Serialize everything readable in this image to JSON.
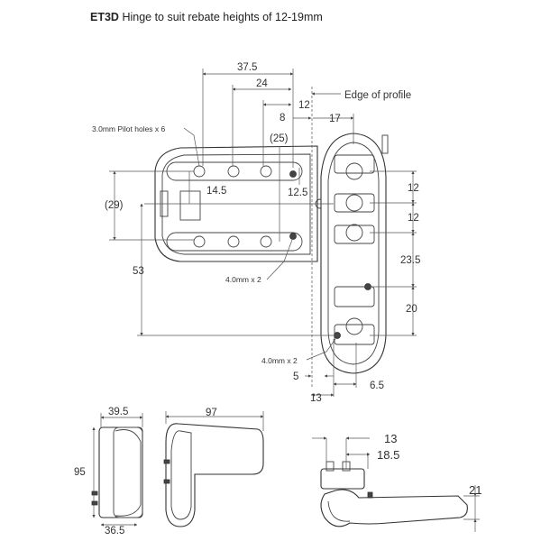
{
  "title": {
    "model": "ET3D",
    "text": "Hinge to suit rebate heights of 12-19mm"
  },
  "labels": {
    "edge_of_profile": "Edge of profile",
    "pilot_holes": "3.0mm Pilot holes x 6",
    "hole_4mm_a": "4.0mm x 2",
    "hole_4mm_b": "4.0mm x 2"
  },
  "dims": {
    "d37_5": "37.5",
    "d24": "24",
    "d12_top": "12",
    "d8": "8",
    "d17": "17",
    "d25": "(25)",
    "d14_5": "14.5",
    "d12_5": "12.5",
    "d29": "(29)",
    "d53": "53",
    "d12_r1": "12",
    "d12_r2": "12",
    "d23_5": "23.5",
    "d20": "20",
    "d5": "5",
    "d13_bot": "13",
    "d6_5": "6.5",
    "d39_5": "39.5",
    "d95": "95",
    "d36_5": "36.5",
    "d97": "97",
    "d13_side": "13",
    "d18_5": "18.5",
    "d21": "21"
  }
}
